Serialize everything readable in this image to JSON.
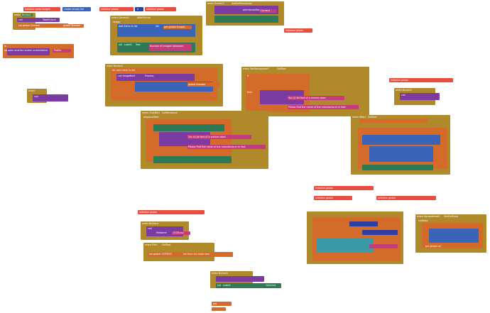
{
  "workspace": {
    "background": "#ffffff"
  },
  "colors": {
    "variable": "#d56b2a",
    "event": "#b08a2a",
    "component_call": "#7b3ba0",
    "component_set": "#2d7a57",
    "list": "#3a64b8",
    "text": "#c43b7e",
    "math": "#2f3fa0"
  },
  "blocks": {
    "init_images": {
      "label": "initialize global",
      "name": "images",
      "value": "create empty list"
    },
    "init_number": {
      "label": "initialize global",
      "name": "Number",
      "value": "0"
    },
    "when_button1_click": {
      "label": "when",
      "component": "Button1",
      "event": "Click",
      "do": "call",
      "method": "TakePicture"
    },
    "set_number": {
      "label": "set global Number",
      "to": "to",
      "ref": "global Number"
    },
    "when_camera_afterpicture": {
      "label": "when",
      "component": "Camera1",
      "event": "AfterPicture",
      "param": "image"
    },
    "add_items": {
      "label": "add items to list",
      "list": "list",
      "item": "item",
      "global_images": "get global Images"
    },
    "set_label": {
      "label": "set",
      "component": "Label1",
      "prop": "Text",
      "to": "to",
      "join": "join",
      "text1": "Number of Images Uploaded",
      "text2": "get global Number"
    },
    "when_screen_permission": {
      "label": "when",
      "component": "Screen1",
      "event": "AskForPermission",
      "permission": "permissionName",
      "value": "Camera"
    },
    "init_label": {
      "label": "initialize global",
      "name": "label",
      "value": "0"
    },
    "procedure_error": {
      "label": "to",
      "name": "ErrorOccurred",
      "do": "do",
      "text": "open another screen screenName",
      "value": "Profile"
    },
    "when_button2_click": {
      "label": "when",
      "component": "Button2",
      "event": "Click",
      "call": "call",
      "method": "SpeechRecognizer1"
    },
    "for_each_item": {
      "label": "for each item in list",
      "list": "get global Images",
      "do": "do",
      "call": "call ImageBot1",
      "method": "Process"
    },
    "if_block": {
      "label": "if",
      "test": "is list empty? list",
      "then": "then",
      "else": "else"
    },
    "when_textrecognizer": {
      "label": "when",
      "component": "TextRecognizer1",
      "event": "GotText",
      "result": "result"
    },
    "text_label_found": {
      "text": "You is the text of a clothes label",
      "text2": "Please find the name of the manufacturer in text"
    },
    "init_sheetdata": {
      "label": "initialize global",
      "name": "sheetData",
      "value": "create empty list"
    },
    "when_button3_click": {
      "label": "when",
      "component": "Button3",
      "event": "Click",
      "call": "call",
      "method": "ChatBot1"
    },
    "when_chatbot_gotresponse": {
      "label": "when",
      "component": "ChatBot1",
      "event": "GotResponse",
      "param": "responseText"
    },
    "when_web_gottext": {
      "label": "when",
      "component": "Web1",
      "event": "GotText",
      "params": "url responseCode responseType responseContent"
    },
    "init_count": {
      "label": "initialize global",
      "name": "count",
      "value": "create empty list"
    },
    "init_gpt": {
      "label": "initialize global",
      "name": "gpt",
      "value": "create empty list"
    },
    "init_urls": {
      "label": "initialize global",
      "name": "URLS",
      "value": "create empty list"
    },
    "init_url_var": {
      "label": "initialize global",
      "name": "url",
      "value": "0"
    },
    "init_ocrtext": {
      "label": "initialize global",
      "name": "OCRTEXT",
      "value": "create empty list"
    },
    "when_button4_click": {
      "label": "when",
      "component": "Button4",
      "event": "Click",
      "call": "call",
      "method": "ReadFile",
      "fileName": "fileName",
      "file": "/OCR.csv"
    },
    "when_file_gottext": {
      "label": "when",
      "component": "File1",
      "event": "GotText",
      "text": "text",
      "set": "set global OCRTEXT",
      "to": "list from csv table text"
    },
    "when_button5_click": {
      "label": "when",
      "component": "Button5",
      "event": "Click"
    },
    "when_spreadsheet": {
      "label": "when",
      "component": "Spreadsheet1",
      "event": "GotCellData",
      "param": "cellData"
    },
    "get_global_url": {
      "text": "get global url"
    },
    "set_label_text": {
      "label": "set",
      "component": "Label1",
      "prop": "Text",
      "to": "Columns"
    },
    "small_get": {
      "text": "get",
      "name": "text"
    }
  }
}
